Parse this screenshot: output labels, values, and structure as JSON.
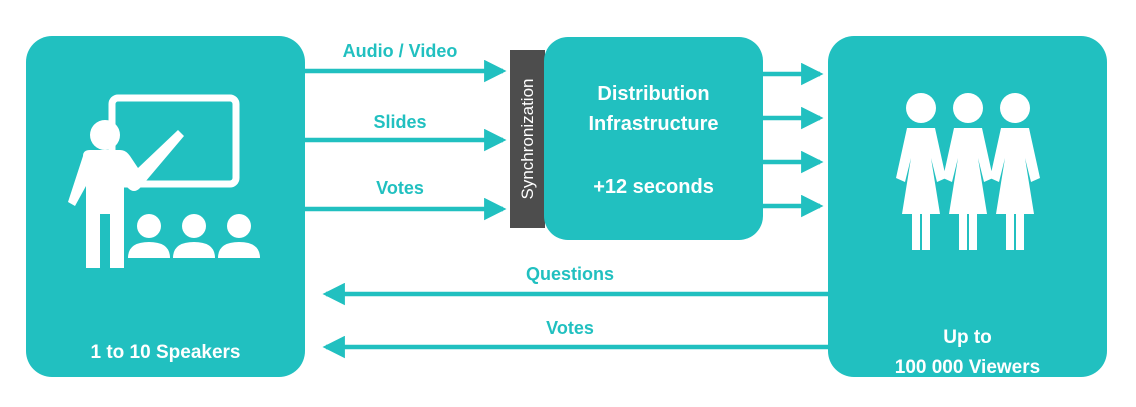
{
  "speakers": {
    "label": "1 to 10 Speakers",
    "icon": "presenter-icon"
  },
  "viewers": {
    "label_line1": "Up to",
    "label_line2": "100 000 Viewers",
    "icon": "viewers-icon"
  },
  "sync": {
    "label": "Synchronization"
  },
  "infra": {
    "title_line1": "Distribution",
    "title_line2": "Infrastructure",
    "delay": "+12 seconds"
  },
  "arrows": {
    "audio_video": "Audio / Video",
    "slides": "Slides",
    "votes_in": "Votes",
    "questions": "Questions",
    "votes_back": "Votes"
  },
  "colors": {
    "accent": "#21c0c0",
    "sync_bar": "#4d4d4d",
    "text_on_accent": "#ffffff"
  }
}
